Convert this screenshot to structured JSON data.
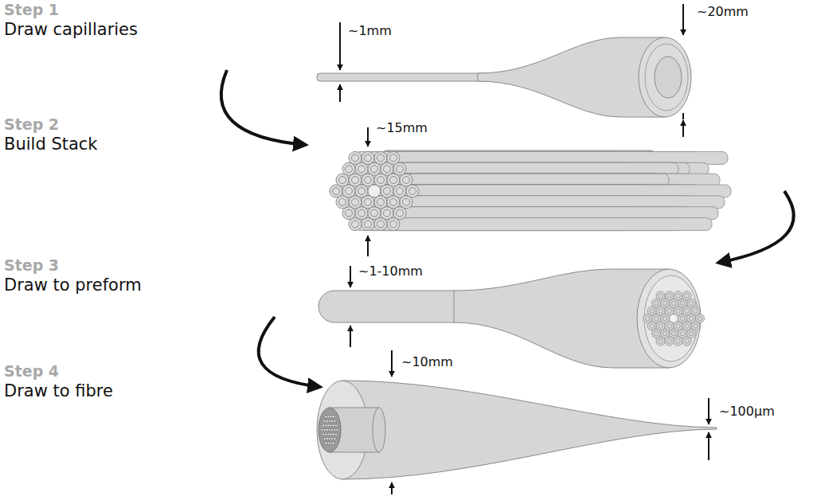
{
  "diagram": {
    "labels": [
      "Step 1",
      "Draw capillaries",
      "~1mm",
      "~20mm",
      "Step 2",
      "Build Stack",
      "~15mm",
      "Step 3",
      "Draw to preform",
      "~1-10mm",
      "Step 4",
      "Draw to fibre",
      "~10mm",
      "~100μm"
    ]
  }
}
